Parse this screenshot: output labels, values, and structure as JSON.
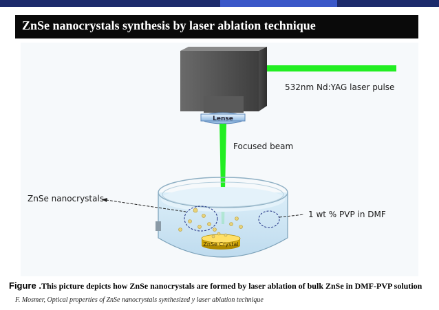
{
  "slide": {
    "title": "ZnSe nanocrystals synthesis by laser ablation technique",
    "colors": {
      "title_bg": "#0a0a0a",
      "laser": "#22ee22",
      "strip_dark": "#1c2a6b",
      "strip_light": "#3a57c8"
    }
  },
  "diagram": {
    "lens_label": "Lense",
    "crystal_label": "ZnSe Crystal",
    "labels": {
      "laser": "532nm Nd:YAG laser pulse",
      "beam": "Focused beam",
      "nanocrystals": "ZnSe nanocrystals",
      "solution": "1 wt % PVP in DMF"
    }
  },
  "caption": {
    "lead": "Figure .",
    "text": "This picture depicts how ZnSe nanocrystals are formed by laser ablation of bulk ZnSe in DMF-PVP solution",
    "credit": "F. Mosmer, Optical properties of ZnSe nanocrystals synthesized y laser ablation technique"
  }
}
